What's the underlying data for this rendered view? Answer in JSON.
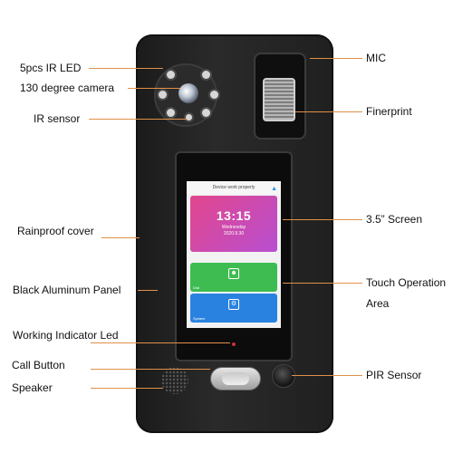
{
  "labels": {
    "ir_led": "5pcs IR LED",
    "camera": "130 degree camera",
    "ir_sensor": "IR sensor",
    "rainproof": "Rainproof cover",
    "panel": "Black Aluminum Panel",
    "indicator": "Working Indicator Led",
    "call_button": "Call Button",
    "speaker": "Speaker",
    "mic": "MIC",
    "fingerprint": "Finerprint",
    "screen": "3.5” Screen",
    "touch_line1": "Touch Operation",
    "touch_line2": "Area",
    "pir": "PIR Sensor"
  },
  "screen": {
    "status": "Device work properly",
    "time": "13:15",
    "day": "Wednesday",
    "date": "2020.9.30",
    "dial_label": "Dial",
    "system_label": "System"
  },
  "colors": {
    "leader_line": "#e0904a",
    "time_card": "#e2468c",
    "dial_card": "#3ebc52",
    "system_card": "#2a82e0"
  },
  "icons": {
    "wifi": "wifi-icon",
    "dial": "contact-icon",
    "system": "settings-icon"
  }
}
